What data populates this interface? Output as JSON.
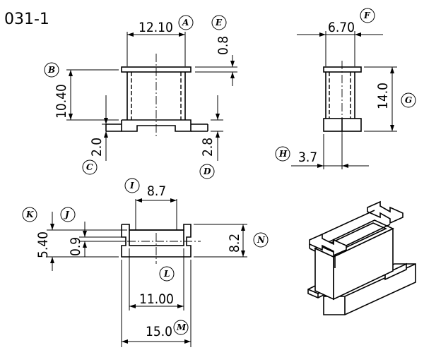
{
  "title": "031-1",
  "dimensions": {
    "width_top": "12.10",
    "top_flange": "0.8",
    "height_body": "10.40",
    "base_left": "2.0",
    "base_right": "2.8",
    "side_width": "6.70",
    "side_height": "14.0",
    "pin_width": "3.7",
    "slot_width": "8.7",
    "depth_total": "5.40",
    "slot_gap": "0.9",
    "depth_outer": "8.2",
    "inner_width": "11.00",
    "outer_width": "15.0"
  },
  "labels": {
    "A": "A",
    "B": "B",
    "C": "C",
    "D": "D",
    "E": "E",
    "F": "F",
    "G": "G",
    "H": "H",
    "I": "I",
    "J": "J",
    "K": "K",
    "L": "L",
    "M": "M",
    "N": "N"
  }
}
